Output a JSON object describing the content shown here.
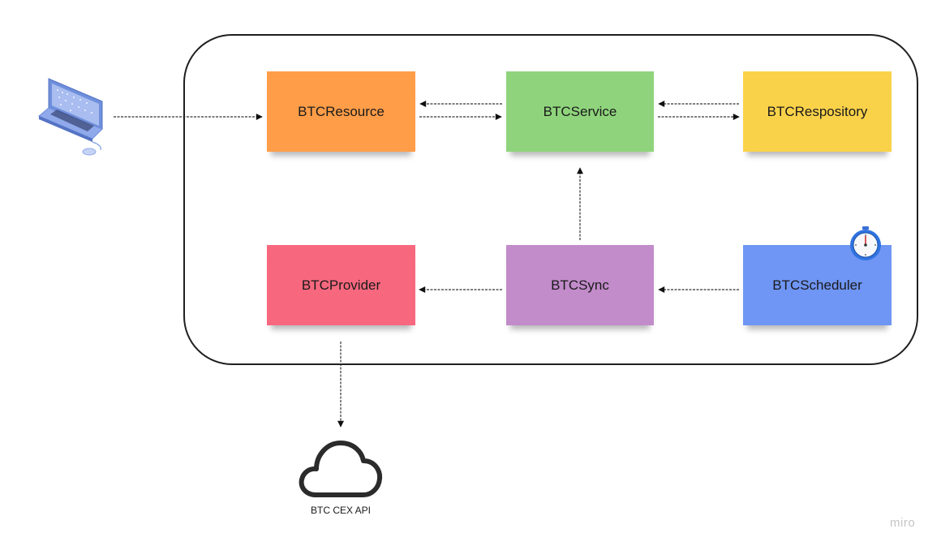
{
  "nodes": {
    "resource": {
      "label": "BTCResource"
    },
    "service": {
      "label": "BTCService"
    },
    "repository": {
      "label": "BTCRespository"
    },
    "provider": {
      "label": "BTCProvider"
    },
    "sync": {
      "label": "BTCSync"
    },
    "scheduler": {
      "label": "BTCScheduler"
    }
  },
  "external": {
    "client_icon": "laptop-icon",
    "schedule_icon": "stopwatch-icon",
    "api_icon": "cloud-icon",
    "api_label": "BTC CEX API"
  },
  "edges": [
    {
      "from": "client",
      "to": "resource"
    },
    {
      "from": "resource",
      "to": "service"
    },
    {
      "from": "service",
      "to": "resource"
    },
    {
      "from": "service",
      "to": "repository"
    },
    {
      "from": "repository",
      "to": "service"
    },
    {
      "from": "sync",
      "to": "service"
    },
    {
      "from": "sync",
      "to": "provider"
    },
    {
      "from": "scheduler",
      "to": "sync"
    },
    {
      "from": "provider",
      "to": "api"
    }
  ],
  "watermark": "miro",
  "colors": {
    "resource": "#ff9d48",
    "service": "#8fd47c",
    "repository": "#fad24a",
    "provider": "#f7687f",
    "sync": "#c28bca",
    "scheduler": "#6f95f5",
    "laptop": "#7f9fe6"
  }
}
